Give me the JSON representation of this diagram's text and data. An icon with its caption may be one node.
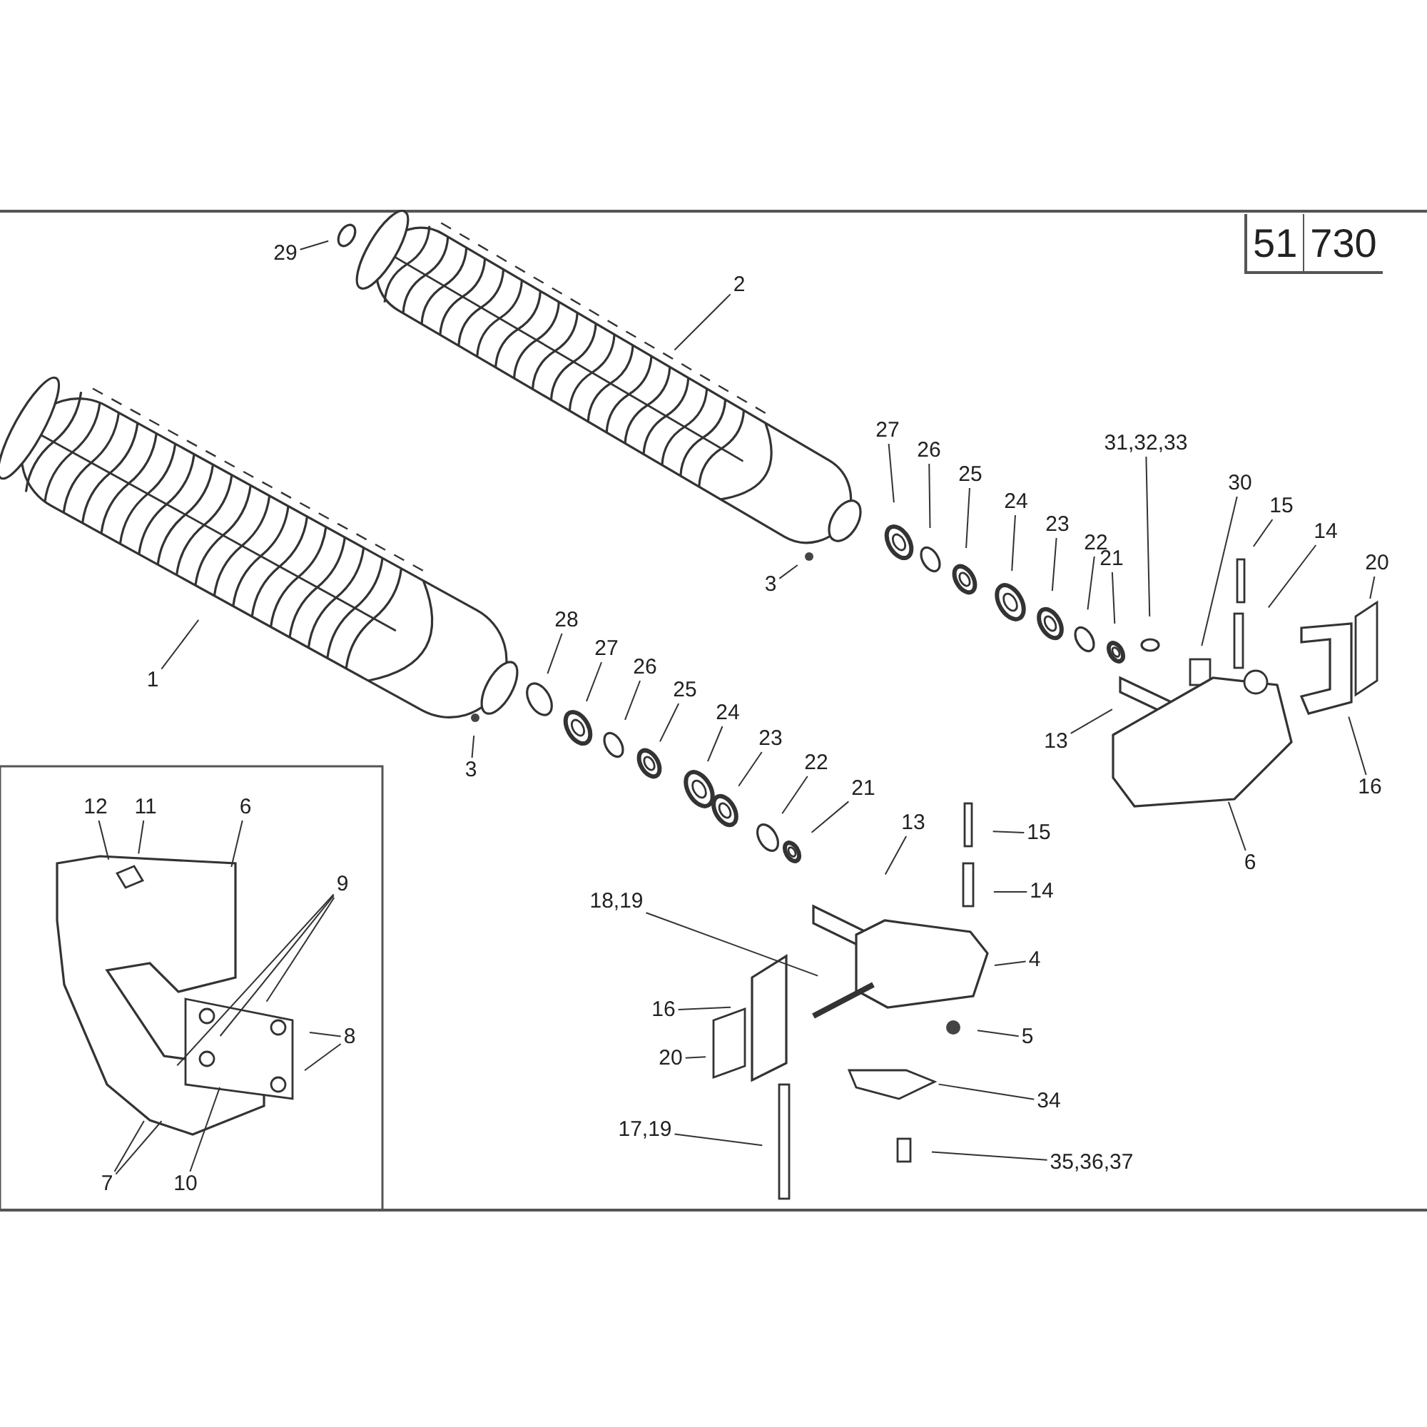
{
  "diagram": {
    "nodes": [
      {
        "text": [
          "29"
        ]
      },
      {
        "text": [
          "2"
        ]
      },
      {
        "text": [
          "1"
        ]
      },
      {
        "text": [
          "3"
        ]
      },
      {
        "text": [
          "27"
        ]
      },
      {
        "text": [
          "26"
        ]
      },
      {
        "text": [
          "25"
        ]
      },
      {
        "text": [
          "24"
        ]
      },
      {
        "text": [
          "23"
        ]
      },
      {
        "text": [
          "22"
        ]
      },
      {
        "text": [
          "21"
        ]
      },
      {
        "text": [
          "31,32,33"
        ]
      },
      {
        "text": [
          "30"
        ]
      },
      {
        "text": [
          "15"
        ]
      },
      {
        "text": [
          "14"
        ]
      },
      {
        "text": [
          "20"
        ]
      },
      {
        "text": [
          "13"
        ]
      },
      {
        "text": [
          "16"
        ]
      },
      {
        "text": [
          "6"
        ]
      },
      {
        "text": [
          "28"
        ]
      },
      {
        "text": [
          "27"
        ]
      },
      {
        "text": [
          "26"
        ]
      },
      {
        "text": [
          "25"
        ]
      },
      {
        "text": [
          "24"
        ]
      },
      {
        "text": [
          "23"
        ]
      },
      {
        "text": [
          "22"
        ]
      },
      {
        "text": [
          "21"
        ]
      },
      {
        "text": [
          "3"
        ]
      },
      {
        "text": [
          "13"
        ]
      },
      {
        "text": [
          "15"
        ]
      },
      {
        "text": [
          "14"
        ]
      },
      {
        "text": [
          "18,19"
        ]
      },
      {
        "text": [
          "4"
        ]
      },
      {
        "text": [
          "16"
        ]
      },
      {
        "text": [
          "5"
        ]
      },
      {
        "text": [
          "20"
        ]
      },
      {
        "text": [
          "34"
        ]
      },
      {
        "text": [
          "17,19"
        ]
      },
      {
        "text": [
          "35,36,37"
        ]
      },
      {
        "text": [
          "12"
        ]
      },
      {
        "text": [
          "11"
        ]
      },
      {
        "text": [
          "6"
        ]
      },
      {
        "text": [
          "9"
        ]
      },
      {
        "text": [
          "8"
        ]
      },
      {
        "text": [
          "7"
        ]
      },
      {
        "text": [
          "10"
        ]
      }
    ],
    "edges": [
      {
        "from": 0,
        "to": null,
        "arrow": "none"
      },
      {
        "from": 1,
        "to": null,
        "arrow": "none"
      },
      {
        "from": 2,
        "to": null,
        "arrow": "none"
      },
      {
        "from": 3,
        "to": null,
        "arrow": "none"
      },
      {
        "from": 4,
        "to": null,
        "arrow": "none"
      },
      {
        "from": 5,
        "to": null,
        "arrow": "none"
      },
      {
        "from": 6,
        "to": null,
        "arrow": "none"
      },
      {
        "from": 7,
        "to": null,
        "arrow": "none"
      },
      {
        "from": 8,
        "to": null,
        "arrow": "none"
      },
      {
        "from": 9,
        "to": null,
        "arrow": "none"
      },
      {
        "from": 10,
        "to": null,
        "arrow": "none"
      },
      {
        "from": 11,
        "to": null,
        "arrow": "none"
      },
      {
        "from": 12,
        "to": null,
        "arrow": "none"
      },
      {
        "from": 13,
        "to": null,
        "arrow": "none"
      },
      {
        "from": 14,
        "to": null,
        "arrow": "none"
      },
      {
        "from": 15,
        "to": null,
        "arrow": "none"
      },
      {
        "from": 16,
        "to": null,
        "arrow": "none"
      },
      {
        "from": 17,
        "to": null,
        "arrow": "none"
      },
      {
        "from": 18,
        "to": null,
        "arrow": "none"
      },
      {
        "from": 19,
        "to": null,
        "arrow": "none"
      },
      {
        "from": 20,
        "to": null,
        "arrow": "none"
      },
      {
        "from": 21,
        "to": null,
        "arrow": "none"
      },
      {
        "from": 22,
        "to": null,
        "arrow": "none"
      },
      {
        "from": 23,
        "to": null,
        "arrow": "none"
      },
      {
        "from": 24,
        "to": null,
        "arrow": "none"
      },
      {
        "from": 25,
        "to": null,
        "arrow": "none"
      },
      {
        "from": 26,
        "to": null,
        "arrow": "none"
      },
      {
        "from": 27,
        "to": null,
        "arrow": "none"
      },
      {
        "from": 28,
        "to": null,
        "arrow": "none"
      },
      {
        "from": 29,
        "to": null,
        "arrow": "none"
      },
      {
        "from": 30,
        "to": null,
        "arrow": "none"
      },
      {
        "from": 31,
        "to": null,
        "arrow": "none"
      },
      {
        "from": 32,
        "to": null,
        "arrow": "none"
      },
      {
        "from": 33,
        "to": null,
        "arrow": "none"
      },
      {
        "from": 34,
        "to": null,
        "arrow": "none"
      },
      {
        "from": 35,
        "to": null,
        "arrow": "none"
      },
      {
        "from": 36,
        "to": null,
        "arrow": "none"
      },
      {
        "from": 37,
        "to": null,
        "arrow": "none"
      },
      {
        "from": 38,
        "to": null,
        "arrow": "none"
      },
      {
        "from": 39,
        "to": null,
        "arrow": "none"
      },
      {
        "from": 40,
        "to": null,
        "arrow": "none"
      },
      {
        "from": 41,
        "to": null,
        "arrow": "none"
      },
      {
        "from": 42,
        "to": null,
        "arrow": "none"
      },
      {
        "from": 42,
        "to": null,
        "arrow": "none"
      },
      {
        "from": 42,
        "to": null,
        "arrow": "none"
      },
      {
        "from": 43,
        "to": null,
        "arrow": "none"
      },
      {
        "from": 43,
        "to": null,
        "arrow": "none"
      },
      {
        "from": 44,
        "to": null,
        "arrow": "none"
      },
      {
        "from": 44,
        "to": null,
        "arrow": "none"
      },
      {
        "from": 45,
        "to": null,
        "arrow": "none"
      }
    ],
    "labels": [
      "51",
      "730"
    ]
  }
}
